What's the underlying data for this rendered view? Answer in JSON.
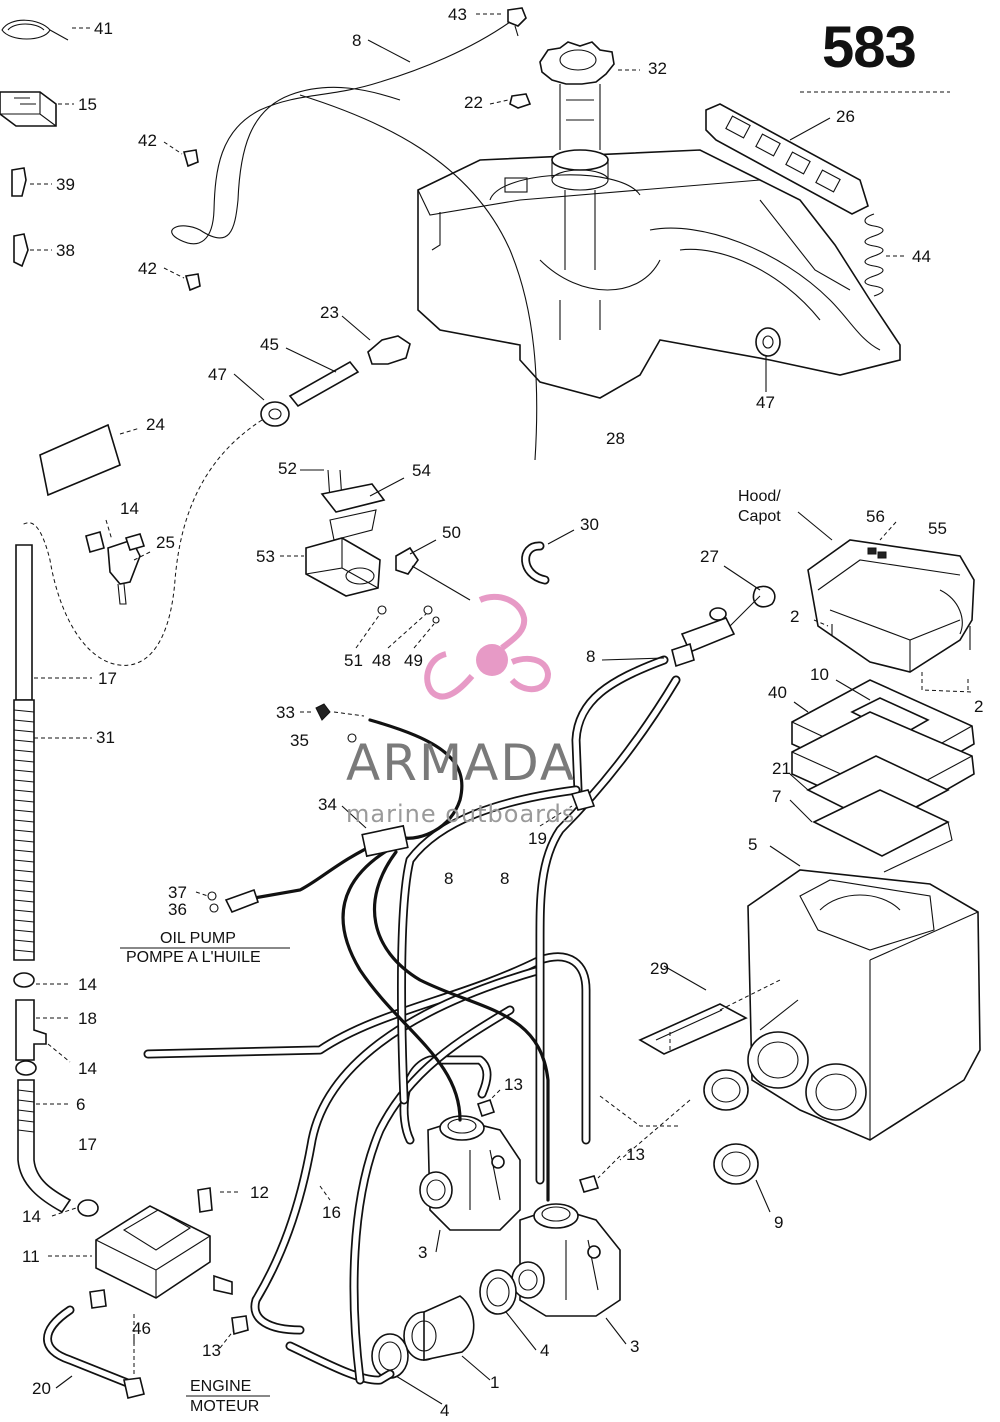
{
  "diagram": {
    "page_number": "583",
    "watermark": {
      "brand": "ARMADA",
      "tagline": "marine outboards"
    },
    "notes": {
      "hood_en": "Hood/",
      "hood_fr": "Capot",
      "oil_pump_en": "OIL PUMP",
      "oil_pump_fr": "POMPE A L'HUILE",
      "engine_en": "ENGINE",
      "engine_fr": "MOTEUR"
    },
    "callouts": {
      "c41": "41",
      "c15": "15",
      "c39": "39",
      "c38": "38",
      "c8_top": "8",
      "c42_a": "42",
      "c42_b": "42",
      "c43": "43",
      "c22": "22",
      "c32": "32",
      "c26": "26",
      "c44": "44",
      "c47_r": "47",
      "c28": "28",
      "c23": "23",
      "c45": "45",
      "c47_l": "47",
      "c24": "24",
      "c14_a": "14",
      "c25": "25",
      "c17_a": "17",
      "c31": "31",
      "c52": "52",
      "c54": "54",
      "c53": "53",
      "c50": "50",
      "c51": "51",
      "c48": "48",
      "c49": "49",
      "c30": "30",
      "c27": "27",
      "c56": "56",
      "c55": "55",
      "c2_a": "2",
      "c2_b": "2",
      "c8_mid": "8",
      "c40": "40",
      "c10": "10",
      "c21": "21",
      "c7": "7",
      "c5": "5",
      "c33": "33",
      "c35": "35",
      "c34": "34",
      "c19": "19",
      "c8_c": "8",
      "c8_d": "8",
      "c37": "37",
      "c36": "36",
      "c14_b": "14",
      "c18": "18",
      "c14_c": "14",
      "c6": "6",
      "c17_b": "17",
      "c14_d": "14",
      "c11": "11",
      "c12": "12",
      "c16": "16",
      "c13_a": "13",
      "c13_b": "13",
      "c13_c": "13",
      "c29": "29",
      "c9": "9",
      "c3_a": "3",
      "c3_b": "3",
      "c4_a": "4",
      "c4_b": "4",
      "c1": "1",
      "c46": "46",
      "c20": "20"
    }
  }
}
